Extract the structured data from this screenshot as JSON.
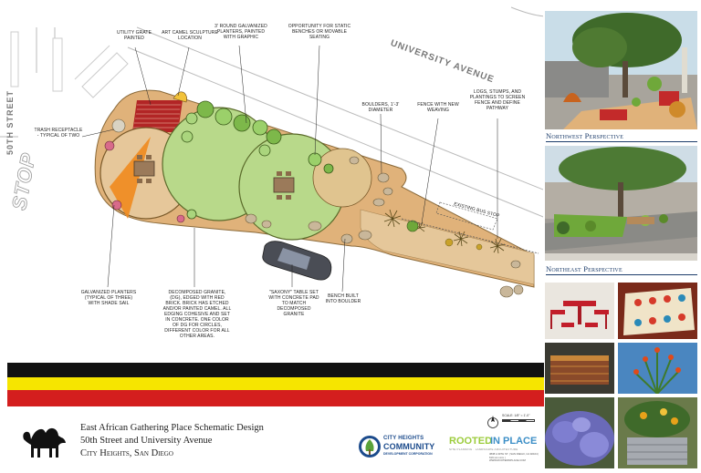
{
  "streets": {
    "university": "UNIVERSITY AVENUE",
    "fiftieth": "50TH STREET",
    "stop": "STOP"
  },
  "callouts": {
    "utility_grate": "UTILITY GRATE PAINTED",
    "camel_sculpture": "ART CAMEL SCULPTURE LOCATION",
    "round_planters": "3' ROUND GALVANIZED PLANTERS, PAINTED WITH GRAPHIC",
    "static_benches": "OPPORTUNITY FOR STATIC BENCHES OR MOVABLE SEATING",
    "trash": "TRASH RECEPTACLE - TYPICAL OF TWO",
    "boulders": "BOULDERS, 1'-3' DIAMETER",
    "fence": "FENCE WITH NEW WEAVING",
    "logs": "LOGS, STUMPS, AND PLANTINGS TO SCREEN FENCE AND DEFINE PATHWAY",
    "bus_stop": "EXISTING BUS STOP",
    "galvanized": "GALVANIZED PLANTERS (TYPICAL OF THREE) WITH SHADE SAIL",
    "decomposed": "DECOMPOSED GRANITE, (DG), EDGED WITH RED BRICK. BRICK HAS ETCHED AND/OR PAINTED CAMEL. ALL EDGING COHESIVE AND SET IN CONCRETE. ONE COLOR OF DG FOR CIRCLES, DIFFERENT COLOR FOR ALL OTHER AREAS.",
    "saxony": "\"SAXONY\" TABLE SET WITH CONCRETE PAD TO MATCH DECOMPOSED GRANITE",
    "bench": "BENCH BUILT INTO BOULDER"
  },
  "title": {
    "line1": "East African Gathering Place Schematic Design",
    "line2": "50th Street and University Avenue",
    "line3": "City Heights, San Diego"
  },
  "scale": "SCALE: 1/8\" = 1'-0\"",
  "perspectives": {
    "northwest": "Northwest Perspective",
    "northeast": "Northeast Perspective"
  },
  "logos": {
    "chcdc_line1": "CITY HEIGHTS",
    "chcdc_line2": "COMMUNITY",
    "chcdc_line3": "DEVELOPMENT CORPORATION",
    "rooted_word1": "ROOTED",
    "rooted_word2": "IN PLACE",
    "rooted_sub": "SITE PLANNING · LANDSCAPE ARCHITECTURE",
    "rooted_addr": "3838 A 30TH ST. | SAN DIEGO, CA 92104 | 619.xxx.xxxx | WWW.ROOTEDINPLACE.COM"
  },
  "colors": {
    "stripe_black": "#111111",
    "stripe_yellow": "#f6e500",
    "stripe_red": "#d41e1e",
    "dg_tan": "#e0b27a",
    "circle_green": "#b8d98a",
    "label_blue": "#1d3d6b"
  },
  "icons": [
    "camel-icon",
    "north-arrow-icon",
    "chcdc-logo-icon",
    "car-icon",
    "table-set-icon"
  ]
}
